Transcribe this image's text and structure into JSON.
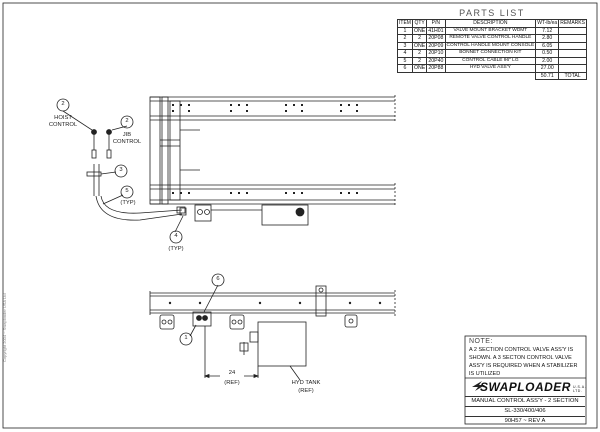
{
  "parts_list": {
    "title": "PARTS LIST",
    "headers": [
      "ITEM",
      "QTY",
      "P/N",
      "DESCRIPTION",
      "WT-lb/ea",
      "REMARKS"
    ],
    "rows": [
      {
        "item": "1",
        "qty": "ONE",
        "pn": "41H01",
        "desc": "VALVE MOUNT BRACKET WDMT",
        "wt": "7.12",
        "remarks": ""
      },
      {
        "item": "2",
        "qty": "2",
        "pn": "20P08",
        "desc": "REMOTE VALVE CONTROL HANDLE",
        "wt": "2.80",
        "remarks": ""
      },
      {
        "item": "3",
        "qty": "ONE",
        "pn": "20P09",
        "desc": "CONTROL HANDLE MOUNT CONSOLE",
        "wt": "6.05",
        "remarks": ""
      },
      {
        "item": "4",
        "qty": "2",
        "pn": "20P10",
        "desc": "BONNET CONNECTION KIT",
        "wt": "0.50",
        "remarks": ""
      },
      {
        "item": "5",
        "qty": "2",
        "pn": "20P40",
        "desc": "CONTROL CABLE 96\" LG",
        "wt": "2.00",
        "remarks": ""
      },
      {
        "item": "6",
        "qty": "ONE",
        "pn": "20P88",
        "desc": "HYD VALVE ASS'Y",
        "wt": "27.00",
        "remarks": ""
      }
    ],
    "total_weight": "50.71",
    "total_label": "TOTAL"
  },
  "callouts": {
    "c2a": "2",
    "c2b": "2",
    "c3": "3",
    "c5": "5",
    "c4": "4",
    "c6": "6",
    "c1": "1"
  },
  "labels": {
    "hoist": "HOIST\nCONTROL",
    "jib": "JIB\nCONTROL",
    "typ5": "(TYP)",
    "typ4": "(TYP)",
    "dim_value": "24",
    "dim_ref": "(REF)",
    "hyd_tank": "HYD TANK",
    "hyd_ref": "(REF)"
  },
  "note": {
    "title": "NOTE:",
    "text": "A 2 SECTION CONTROL VALVE ASS'Y IS SHOWN.  A 3 SECTON CONTROL VALVE ASS'Y IS REQUIRED WHEN A STABILIZER IS UTILIZED"
  },
  "title_block": {
    "brand": "SWAPLOADER",
    "brand_sub": "U.S.A. LTD.",
    "title": "MANUAL CONTROL ASS'Y - 2 SECTION",
    "models": "SL-330/400/406",
    "drawing_no": "90H57 ~ REV A"
  },
  "side_text": "Copyright 2004 ~ Swaploader USA Ltd"
}
